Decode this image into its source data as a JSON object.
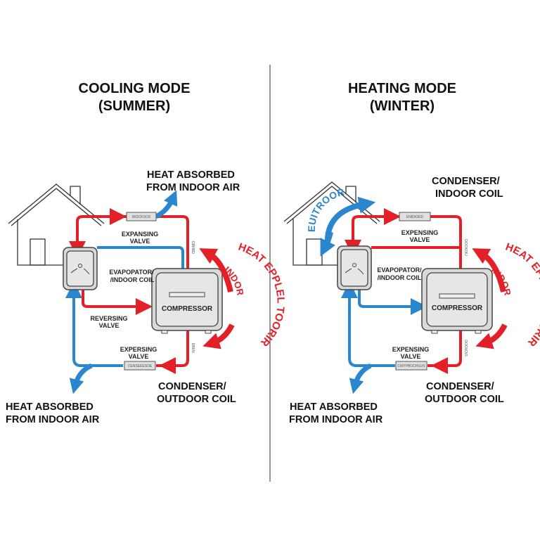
{
  "colors": {
    "hot": "#e32028",
    "cold": "#2a86cf",
    "outline": "#444444",
    "unit_fill": "#d9d9d9"
  },
  "panels": [
    {
      "mode": "cooling",
      "title_line1": "COOLING MODE",
      "title_line2": "(SUMMER)",
      "top_label_line1": "HEAT ABSORBED",
      "top_label_line2": "FROM INDOOR AIR",
      "upper_valve_label_line1": "EXPANSING",
      "upper_valve_label_line2": "VALVE",
      "upper_valve_tag": "BIOCKSOS",
      "indoor_coil_label_line1": "EVAPOPATOR/",
      "indoor_coil_label_line2": "/INDOOR COIL",
      "reversing_valve_line1": "REVERSING",
      "reversing_valve_line2": "VALVE",
      "compressor_label": "COMPRESSOR",
      "lower_valve_label_line1": "EXPERSING",
      "lower_valve_label_line2": "VALVE",
      "lower_valve_tag": "CENSEEESOE",
      "vertical_tag_upper": "DBIIIBD",
      "vertical_tag_lower": "DBIIIV",
      "outdoor_coil_line1": "CONDENSER/",
      "outdoor_coil_line2": "OUTDOOR COIL",
      "bottom_label_line1": "HEAT ABSORBED",
      "bottom_label_line2": "FROM INDOOR AIR",
      "curved_label_outer": "HEAT EPPLEL TOORIR",
      "curved_label_inner": "INDOR"
    },
    {
      "mode": "heating",
      "title_line1": "HEATING MODE",
      "title_line2": "(WINTER)",
      "top_label_line1": "CONDENSER/",
      "top_label_line2": "INDOOR COIL",
      "house_arrow_label": "EUITROOR",
      "upper_valve_label_line1": "EXPENSING",
      "upper_valve_label_line2": "VALVE",
      "upper_valve_tag": "ENIDIOED",
      "indoor_coil_label_line1": "EVAPOPATOR/",
      "indoor_coil_label_line2": "/INDOOR COIL",
      "compressor_label": "COMPRESSOR",
      "lower_valve_label_line1": "EXPENSING",
      "lower_valve_label_line2": "VALVE",
      "lower_valve_tag": "CMYPBOCHSUS",
      "vertical_tag_upper": "DOOXOIU",
      "vertical_tag_lower": "DOOXOIS",
      "outdoor_coil_line1": "CONDENSER/",
      "outdoor_coil_line2": "OUTDOOR COIL",
      "bottom_label_line1": "HEAT ABSORBED",
      "bottom_label_line2": "FROM INDOOR AIR",
      "curved_label_outer": "HEAT EPPLEL TOORIR",
      "curved_label_inner": "INDOR"
    }
  ]
}
